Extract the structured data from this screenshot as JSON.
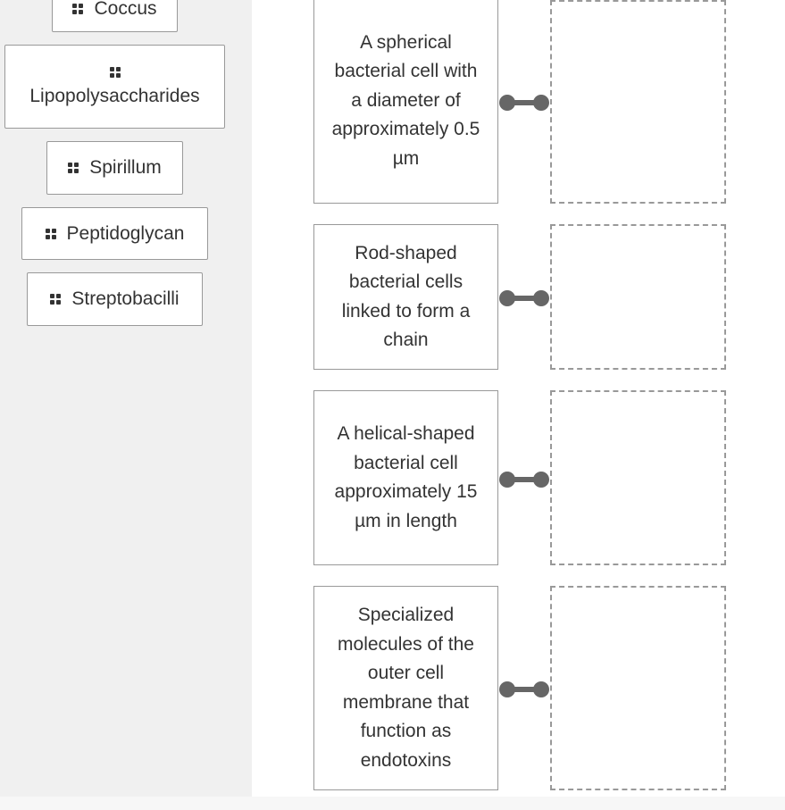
{
  "word_bank": {
    "items": [
      {
        "label": "Coccus"
      },
      {
        "label": "Lipopolysaccharides"
      },
      {
        "label": "Spirillum"
      },
      {
        "label": "Peptidoglycan"
      },
      {
        "label": "Streptobacilli"
      }
    ]
  },
  "match_rows": [
    {
      "description": "A spherical bacterial cell with a diameter of approximately 0.5 µm"
    },
    {
      "description": "Rod-shaped bacterial cells linked to form a chain"
    },
    {
      "description": "A helical-shaped bacterial cell approximately 15 µm in length"
    },
    {
      "description": "Specialized molecules of the outer cell membrane that function as endotoxins"
    }
  ]
}
